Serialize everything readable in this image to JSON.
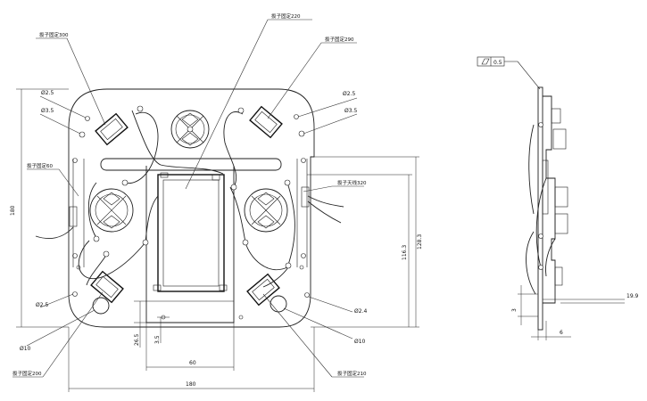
{
  "labels": {
    "lbl_top": "扳子固定220",
    "lbl_300": "扳子固定300",
    "lbl_290": "扳子固定290",
    "lbl_60": "扳子固定60",
    "lbl_320": "扳子天线320",
    "lbl_200": "扳子固定200",
    "lbl_210": "扳子固定210"
  },
  "dims": {
    "d_25_tl": "Ø2.5",
    "d_35_tl": "Ø3.5",
    "d_25_tr": "Ø2.5",
    "d_35_tr": "Ø3.5",
    "d_25_bl": "Ø2.5",
    "d_10_bl": "Ø10",
    "d_24_br": "Ø2.4",
    "d_10_br": "Ø10",
    "d_180_left": "180",
    "d_180_bottom": "180",
    "d_1283": "128.3",
    "d_1163": "116.3",
    "d_265": "26.5",
    "d_35": "3.5",
    "d_60": "60",
    "d_3": "3",
    "d_6": "6",
    "d_199": "19.9"
  },
  "tolerance": {
    "symbol": "flatness-icon",
    "value": "0.5"
  }
}
